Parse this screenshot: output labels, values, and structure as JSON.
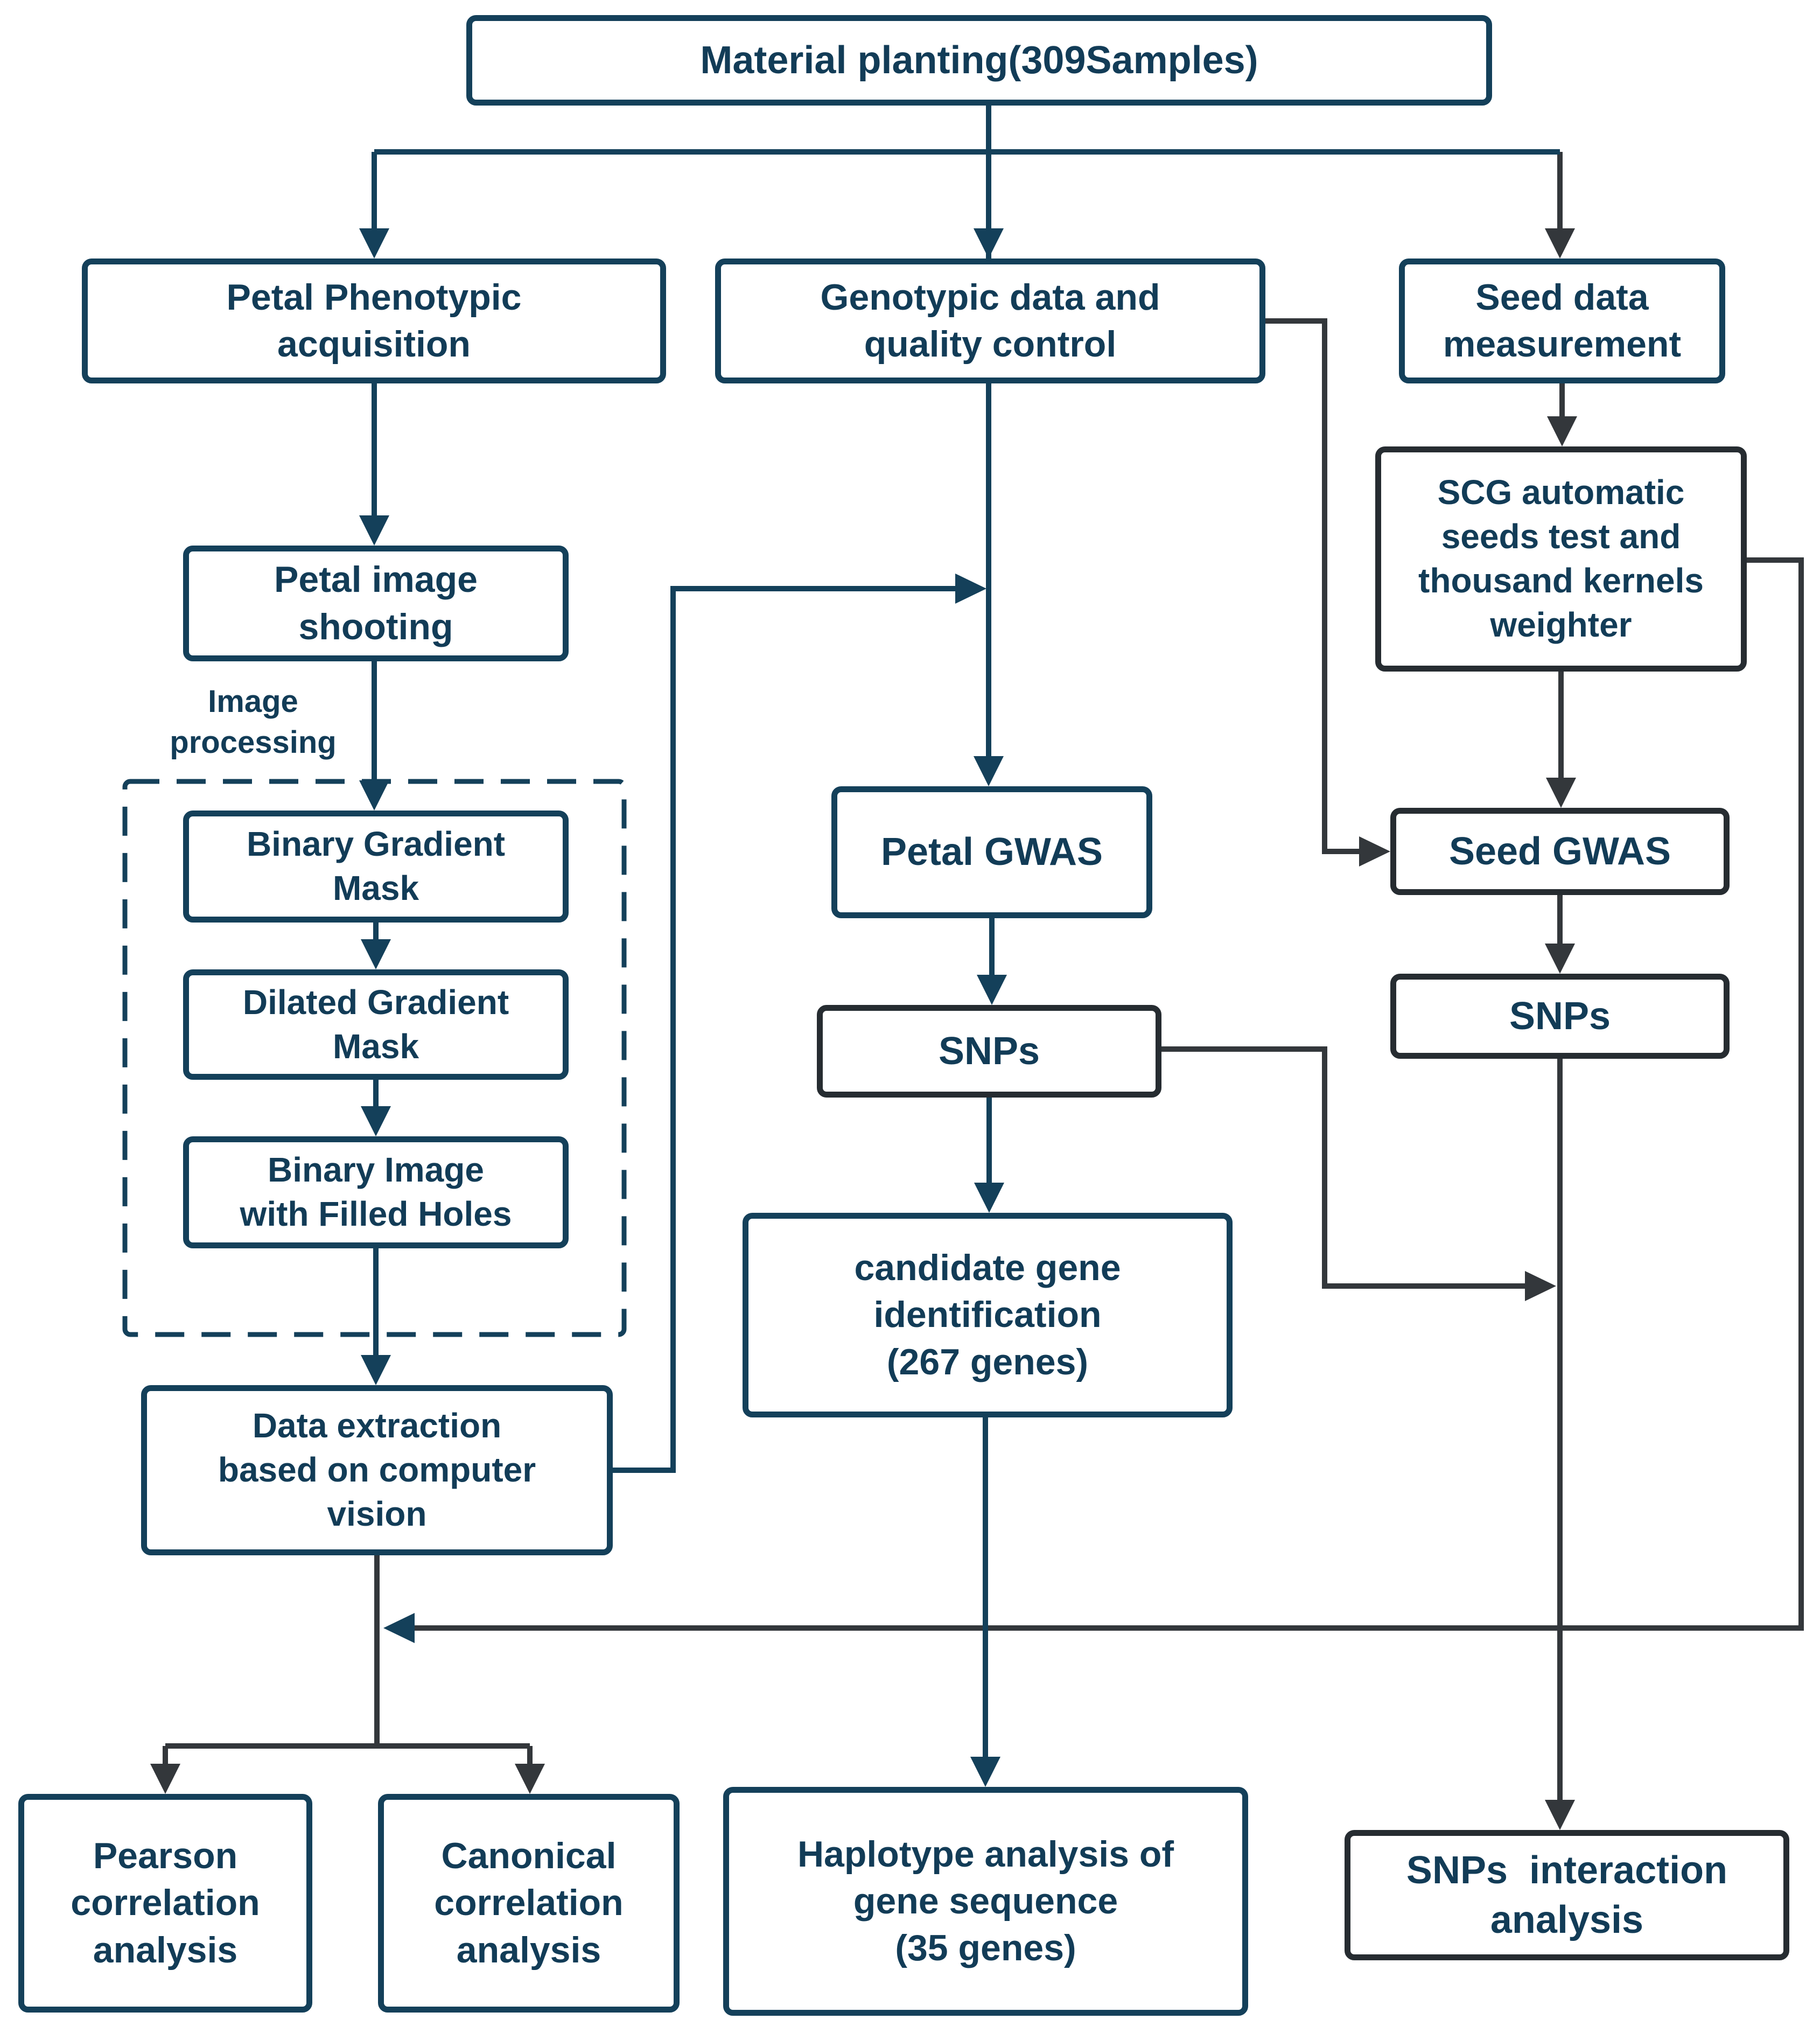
{
  "diagram": {
    "colors": {
      "navy": "#14405a",
      "charcoal": "#33373b",
      "boxchar": "#262c31",
      "text": "#123c57",
      "bg": "#ffffff"
    },
    "nodes": {
      "material": {
        "label": "Material planting(309Samples)"
      },
      "petal_phen": {
        "label": "Petal Phenotypic\nacquisition"
      },
      "genotypic": {
        "label": "Genotypic data and\nquality control"
      },
      "seed_data": {
        "label": "Seed data\nmeasurement"
      },
      "petal_img": {
        "label": "Petal image\nshooting"
      },
      "binary": {
        "label": "Binary Gradient\nMask"
      },
      "dilated": {
        "label": "Dilated Gradient\nMask"
      },
      "binimg": {
        "label": "Binary Image\nwith Filled Holes"
      },
      "dataext": {
        "label": "Data extraction\nbased on computer\nvision"
      },
      "pearson": {
        "label": "Pearson\ncorrelation\nanalysis"
      },
      "canonical": {
        "label": "Canonical\ncorrelation\nanalysis"
      },
      "petal_gwas": {
        "label": "Petal GWAS"
      },
      "snps_mid": {
        "label": "SNPs"
      },
      "candidate": {
        "label": "candidate gene\nidentification\n(267 genes)"
      },
      "haplotype": {
        "label": "Haplotype analysis of\ngene sequence\n(35 genes)"
      },
      "scg": {
        "label": "SCG automatic\nseeds test and\nthousand kernels\nweighter"
      },
      "seed_gwas": {
        "label": "Seed GWAS"
      },
      "snps_right": {
        "label": "SNPs"
      },
      "snps_inter": {
        "label": "SNPs  interaction\nanalysis"
      }
    },
    "annotations": {
      "image_processing": "Image\nprocessing"
    }
  }
}
